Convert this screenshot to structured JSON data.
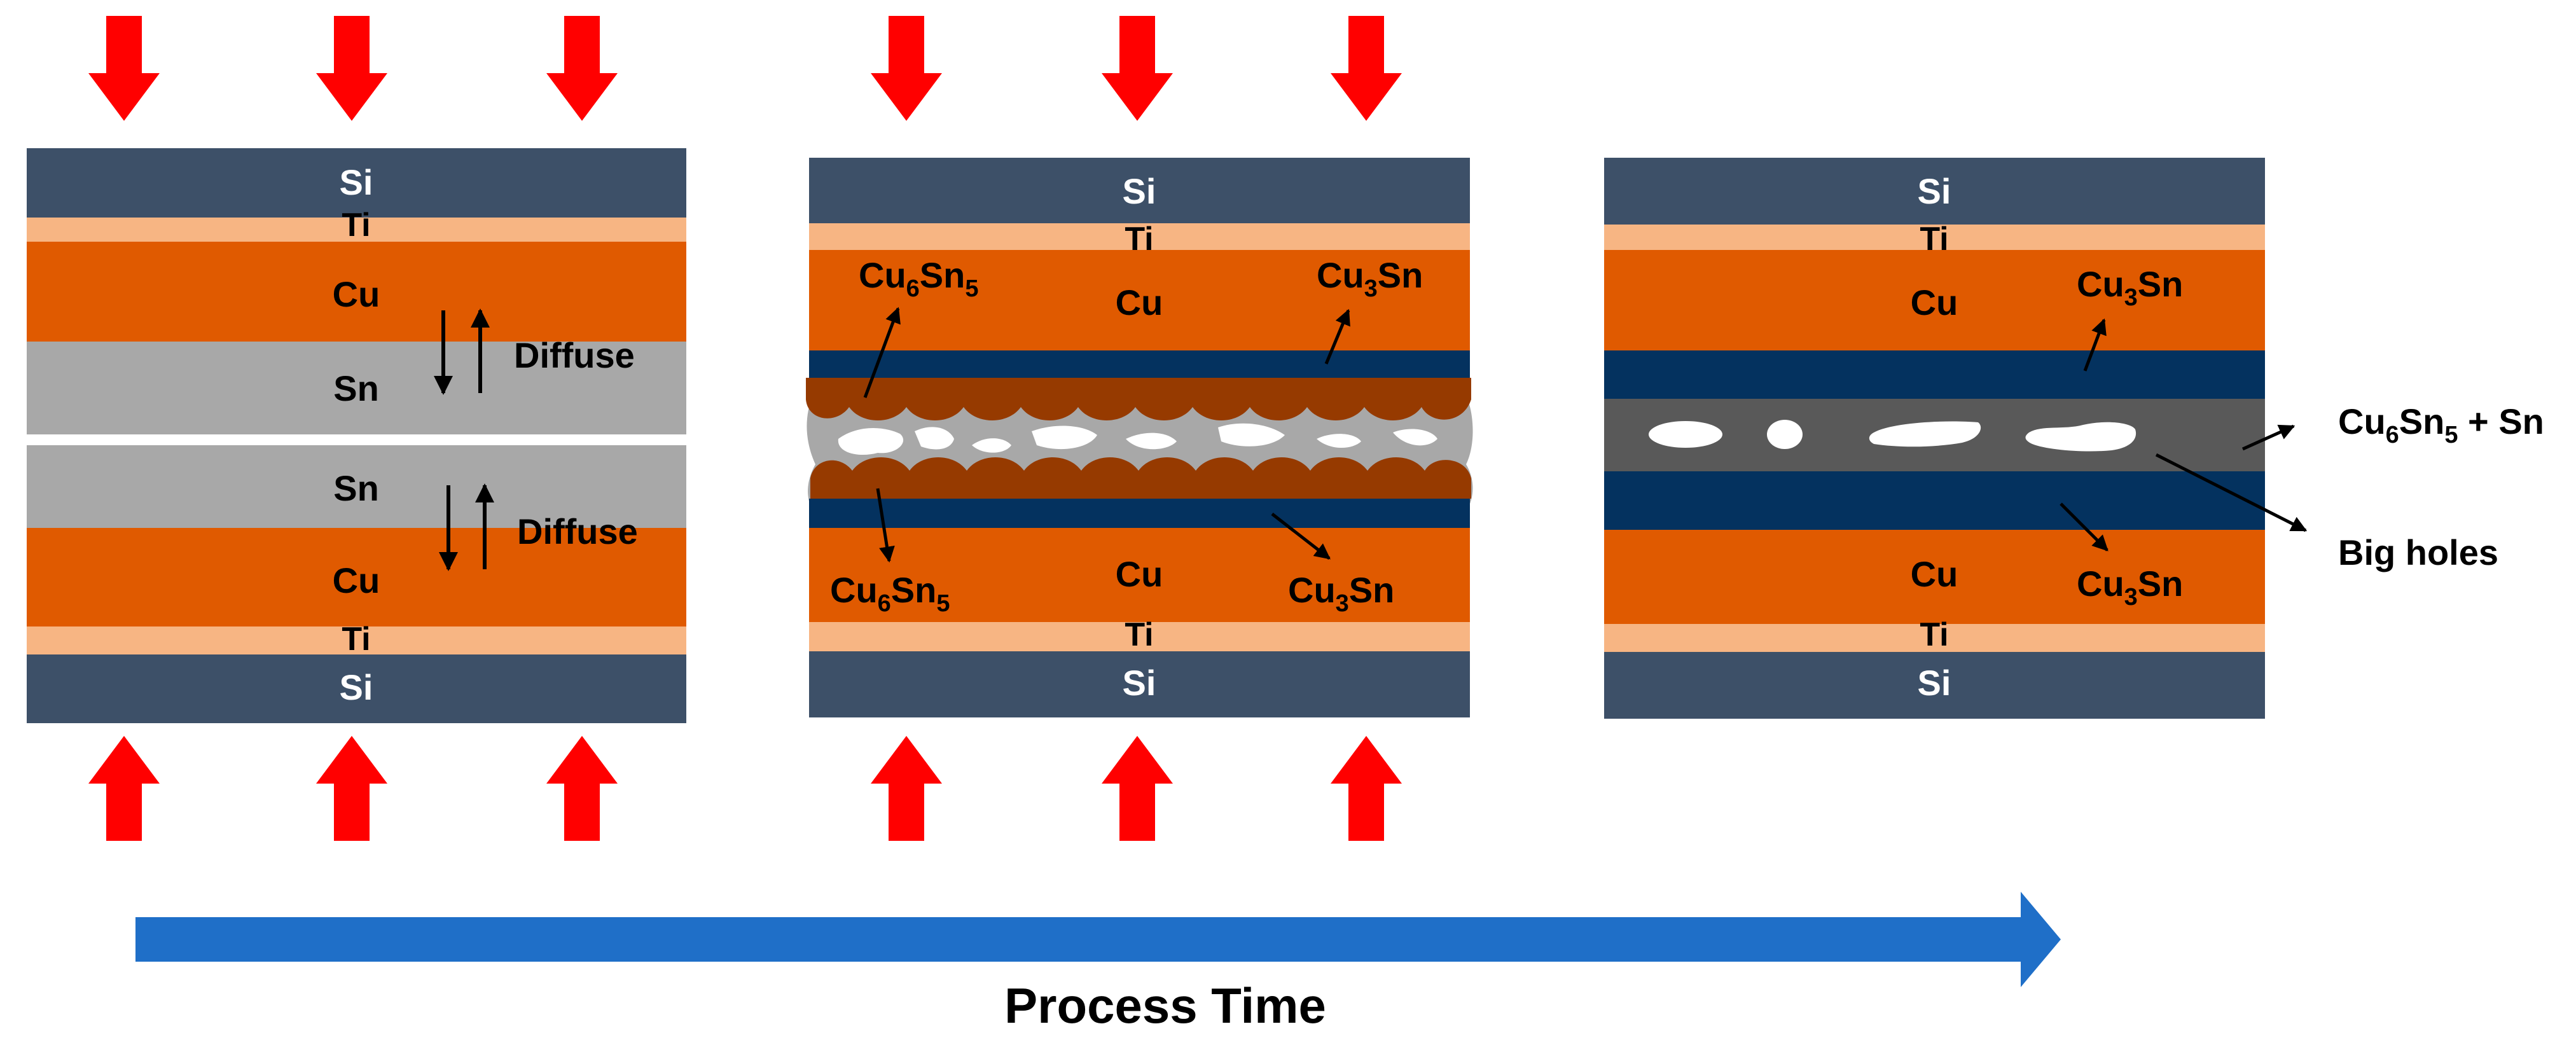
{
  "colors": {
    "si": "#3d5068",
    "ti": "#f7b583",
    "cu": "#e05a00",
    "sn": "#a8a8a8",
    "imc_cu3sn": "#04325f",
    "imc_cu6sn5": "#963a00",
    "mixed_layer": "#595959",
    "hole": "#ffffff",
    "pressure_arrow": "#ff0000",
    "time_arrow": "#1f6fc8"
  },
  "stage1": {
    "si_top": "Si",
    "ti_top": "Ti",
    "cu_top": "Cu",
    "sn_top": "Sn",
    "sn_bottom": "Sn",
    "cu_bottom": "Cu",
    "ti_bottom": "Ti",
    "si_bottom": "Si",
    "diffuse_top": "Diffuse",
    "diffuse_bottom": "Diffuse"
  },
  "stage2": {
    "si_top": "Si",
    "ti_top": "Ti",
    "cu_top": "Cu",
    "cu_bottom": "Cu",
    "ti_bottom": "Ti",
    "si_bottom": "Si",
    "cu6sn5_top": {
      "base": "Cu",
      "sub1": "6",
      "mid": "Sn",
      "sub2": "5"
    },
    "cu3sn_top": {
      "base": "Cu",
      "sub1": "3",
      "mid": "Sn"
    },
    "cu6sn5_bottom": {
      "base": "Cu",
      "sub1": "6",
      "mid": "Sn",
      "sub2": "5"
    },
    "cu3sn_bottom": {
      "base": "Cu",
      "sub1": "3",
      "mid": "Sn"
    }
  },
  "stage3": {
    "si_top": "Si",
    "ti_top": "Ti",
    "cu_top": "Cu",
    "cu_bottom": "Cu",
    "ti_bottom": "Ti",
    "si_bottom": "Si",
    "cu3sn_top": {
      "base": "Cu",
      "sub1": "3",
      "mid": "Sn"
    },
    "cu3sn_bottom": {
      "base": "Cu",
      "sub1": "3",
      "mid": "Sn"
    },
    "mixed_label": {
      "base": "Cu",
      "sub1": "6",
      "mid": "Sn",
      "sub2": "5",
      "tail": " + Sn"
    },
    "holes_label": "Big holes"
  },
  "time_axis_label": "Process Time"
}
